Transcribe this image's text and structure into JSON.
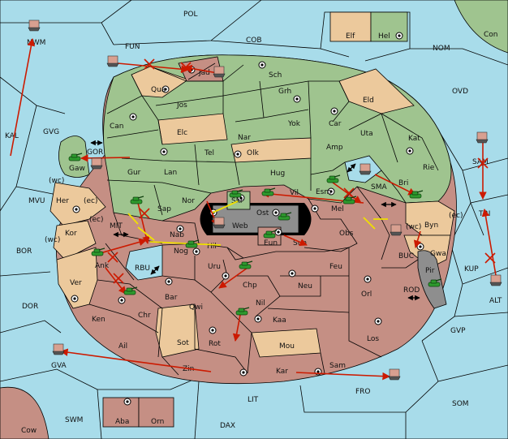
{
  "map": {
    "labels": {
      "pol": "POL",
      "fun": "FUN",
      "cob": "COB",
      "nom": "NOM",
      "con": "Con",
      "elf": "Elf",
      "hel": "Hel",
      "nwm": "NWM",
      "kal": "KAL",
      "gvg": "GVG",
      "ovd": "OVD",
      "sch": "Sch",
      "jad": "Jad",
      "qua": "Qua",
      "jos": "Jos",
      "grh": "Grh",
      "eld": "Eld",
      "can": "Can",
      "elc": "Elc",
      "yok": "Yok",
      "car": "Car",
      "uta": "Uta",
      "kat": "Kat",
      "nar": "Nar",
      "amp": "Amp",
      "tel": "Tel",
      "olk": "Olk",
      "gor": "GOR",
      "gaw": "Gaw",
      "gur": "Gur",
      "lan": "Lan",
      "hug": "Hug",
      "rie": "Rie",
      "sam_sea": "SAM",
      "bri": "Bri",
      "esm": "Esm",
      "sma": "SMA",
      "wc": "(wc)",
      "mvu": "MVU",
      "her": "Her",
      "ec": "(ec)",
      "nor": "Nor",
      "skr": "Skr",
      "vil": "Vil",
      "tri": "TRI",
      "sap": "Sap",
      "web": "Web",
      "ost": "Ost",
      "mel": "Mel",
      "byn": "Byn",
      "mit": "MIT",
      "kor": "Kor",
      "nab": "Nab",
      "eun": "Eun",
      "sun": "Sun",
      "obs": "Obs",
      "bor": "BOR",
      "hil": "Hil",
      "nog": "Nog",
      "gwa": "Gwa",
      "kup": "KUP",
      "buc": "BUC",
      "ank": "Ank",
      "rbu": "RBU",
      "uru": "Uru",
      "feu": "Feu",
      "pir": "Pir",
      "ver": "Ver",
      "chp": "Chp",
      "neu": "Neu",
      "alt": "ALT",
      "dor": "DOR",
      "bar": "Bar",
      "qwi": "Qwi",
      "orl": "Orl",
      "rod": "ROD",
      "ken": "Ken",
      "chr": "Chr",
      "nil": "Nil",
      "kaa": "Kaa",
      "gvp": "GVP",
      "ail": "Ail",
      "sot": "Sot",
      "rot": "Rot",
      "mou": "Mou",
      "los": "Los",
      "gva": "GVA",
      "zin": "Zin",
      "sam_land": "Sam",
      "kar": "Kar",
      "fro": "FRO",
      "som": "SOM",
      "lit": "LIT",
      "aba": "Aba",
      "orn": "Orn",
      "swm": "SWM",
      "dax": "DAX",
      "cow": "Cow"
    },
    "colors": {
      "sea": "#a8dcea",
      "green_power": "#9fc48f",
      "pink_power": "#c58f84",
      "neutral": "#ecc99c",
      "impassable": "#8e8e8e",
      "order_move": "#cc1a00",
      "order_support": "#f0e000"
    },
    "icons": {
      "army": "tank-icon",
      "fleet": "ship-icon",
      "supply_center": "supply-center-icon",
      "failed_order": "cross-icon",
      "convoy_link": "double-arrow-icon"
    }
  }
}
